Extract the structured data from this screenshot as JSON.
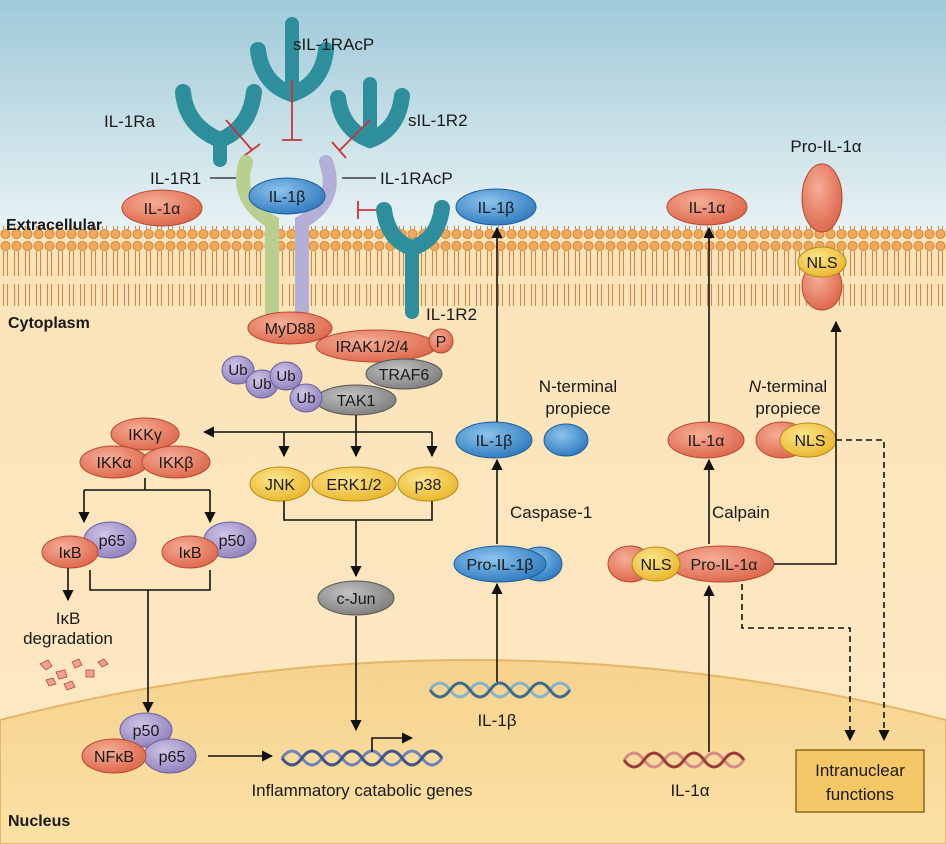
{
  "regions": {
    "extracellular": "Extracellular",
    "cytoplasm": "Cytoplasm",
    "nucleus": "Nucleus"
  },
  "receptors": {
    "il1ra": "IL-1Ra",
    "sil1racp": "sIL-1RAcP",
    "sil1r2": "sIL-1R2",
    "il1r1": "IL-1R1",
    "il1racp": "IL-1RAcP",
    "il1r2": "IL-1R2"
  },
  "ligands": {
    "il1a_ext": "IL-1α",
    "il1b_bound": "IL-1β",
    "il1b_secreted": "IL-1β",
    "il1a_secreted": "IL-1α",
    "pro_il1a_membrane": "Pro-IL-1α",
    "nls_membrane": "NLS"
  },
  "signaling": {
    "myd88": "MyD88",
    "irak": "IRAK1/2/4",
    "p_mark": "P",
    "ub": [
      "Ub",
      "Ub",
      "Ub",
      "Ub"
    ],
    "traf6": "TRAF6",
    "tak1": "TAK1",
    "ikkg": "IKKγ",
    "ikka": "IKKα",
    "ikkb": "IKKβ",
    "jnk": "JNK",
    "erk": "ERK1/2",
    "p38": "p38",
    "ikb_left": "IκB",
    "p65_left": "p65",
    "ikb_right": "IκB",
    "p50_right": "p50",
    "ikb_degradation": [
      "IκB",
      "degradation"
    ],
    "cjun": "c-Jun",
    "p50_nuc": "p50",
    "nfkb": "NFκB",
    "p65_nuc": "p65"
  },
  "processing": {
    "nterm_b": [
      "N-terminal",
      "propiece"
    ],
    "il1b_mature": "IL-1β",
    "caspase": "Caspase-1",
    "pro_il1b": "Pro-IL-1β",
    "gene_il1b": "IL-1β",
    "nterm_a_italic": "N",
    "nterm_a_rest": "-terminal",
    "nterm_a_line2": "propiece",
    "il1a_mature": "IL-1α",
    "nls_propiece": "NLS",
    "calpain": "Calpain",
    "nls_pro": "NLS",
    "pro_il1a": "Pro-IL-1α",
    "gene_il1a": "IL-1α"
  },
  "genes": {
    "inflammatory": "Inflammatory catabolic genes"
  },
  "intranuclear": [
    "Intranuclear",
    "functions"
  ],
  "colors": {
    "receptor_teal": "#2f8e9c",
    "il1b_blue": "#3a86c8",
    "il1a_salmon": "#e2725a",
    "ub_purple": "#9b8cc2",
    "yellow": "#f3c63c",
    "grey": "#8d8d8d",
    "inhibition_red": "#c8343c"
  }
}
